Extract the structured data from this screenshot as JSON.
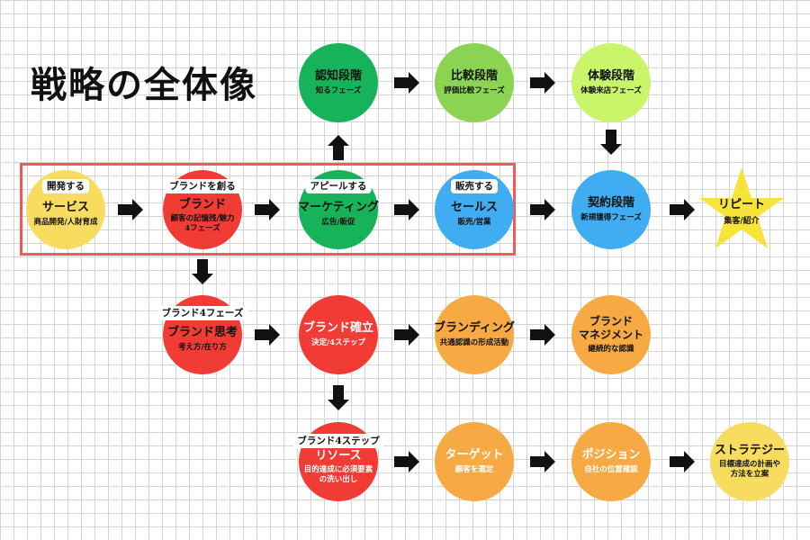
{
  "title": "戦略の全体像",
  "colors": {
    "yellow": "#f7dc60",
    "red": "#f13b35",
    "green": "#17b35a",
    "blue": "#40adf2",
    "lightgreen": "#8bd453",
    "lime": "#c8f56a",
    "orange": "#f7a943",
    "frame": "#ef5a5a",
    "grid": "#d4d4d4"
  },
  "top_row": {
    "awareness": {
      "title": "認知段階",
      "sub": "知るフェーズ"
    },
    "comparison": {
      "title": "比較段階",
      "sub": "評価比較フェーズ"
    },
    "experience": {
      "title": "体験段階",
      "sub": "体験来店フェーズ"
    }
  },
  "main_row": {
    "service": {
      "tag": "開発する",
      "title": "サービス",
      "sub": "商品開発/人財育成"
    },
    "brand": {
      "tag": "ブランドを創る",
      "title": "ブランド",
      "sub_line1": "顧客の記憶残/魅力",
      "sub_line2": "4フェーズ"
    },
    "marketing": {
      "tag": "アピールする",
      "title": "マーケティング",
      "sub": "広告/販促"
    },
    "sales": {
      "tag": "販売する",
      "title": "セールス",
      "sub": "販売/営業"
    },
    "contract": {
      "title": "契約段階",
      "sub": "新規獲得フェーズ"
    },
    "repeat": {
      "title": "リピート",
      "sub": "集客/紹介"
    }
  },
  "brand_row": {
    "thinking": {
      "tag": "ブランド4フェーズ",
      "title": "ブランド思考",
      "sub": "考え方/在り方"
    },
    "establish": {
      "title": "ブランド確立",
      "sub": "決定/4ステップ"
    },
    "branding": {
      "title": "ブランディング",
      "sub": "共通認識の形成活動"
    },
    "management": {
      "line1": "ブランド",
      "line2": "マネジメント",
      "sub": "継続的な認識"
    }
  },
  "step_row": {
    "resource": {
      "tag": "ブランド4ステップ",
      "title": "リソース",
      "sub_line1": "目的達成に必須要素",
      "sub_line2": "の洗い出し"
    },
    "target": {
      "title": "ターゲット",
      "sub": "顧客を選定"
    },
    "position": {
      "title": "ポジション",
      "sub": "自社の位置確認"
    },
    "strategy": {
      "title": "ストラテジー",
      "sub_line1": "目標達成の計画や",
      "sub_line2": "方法を立案"
    }
  }
}
